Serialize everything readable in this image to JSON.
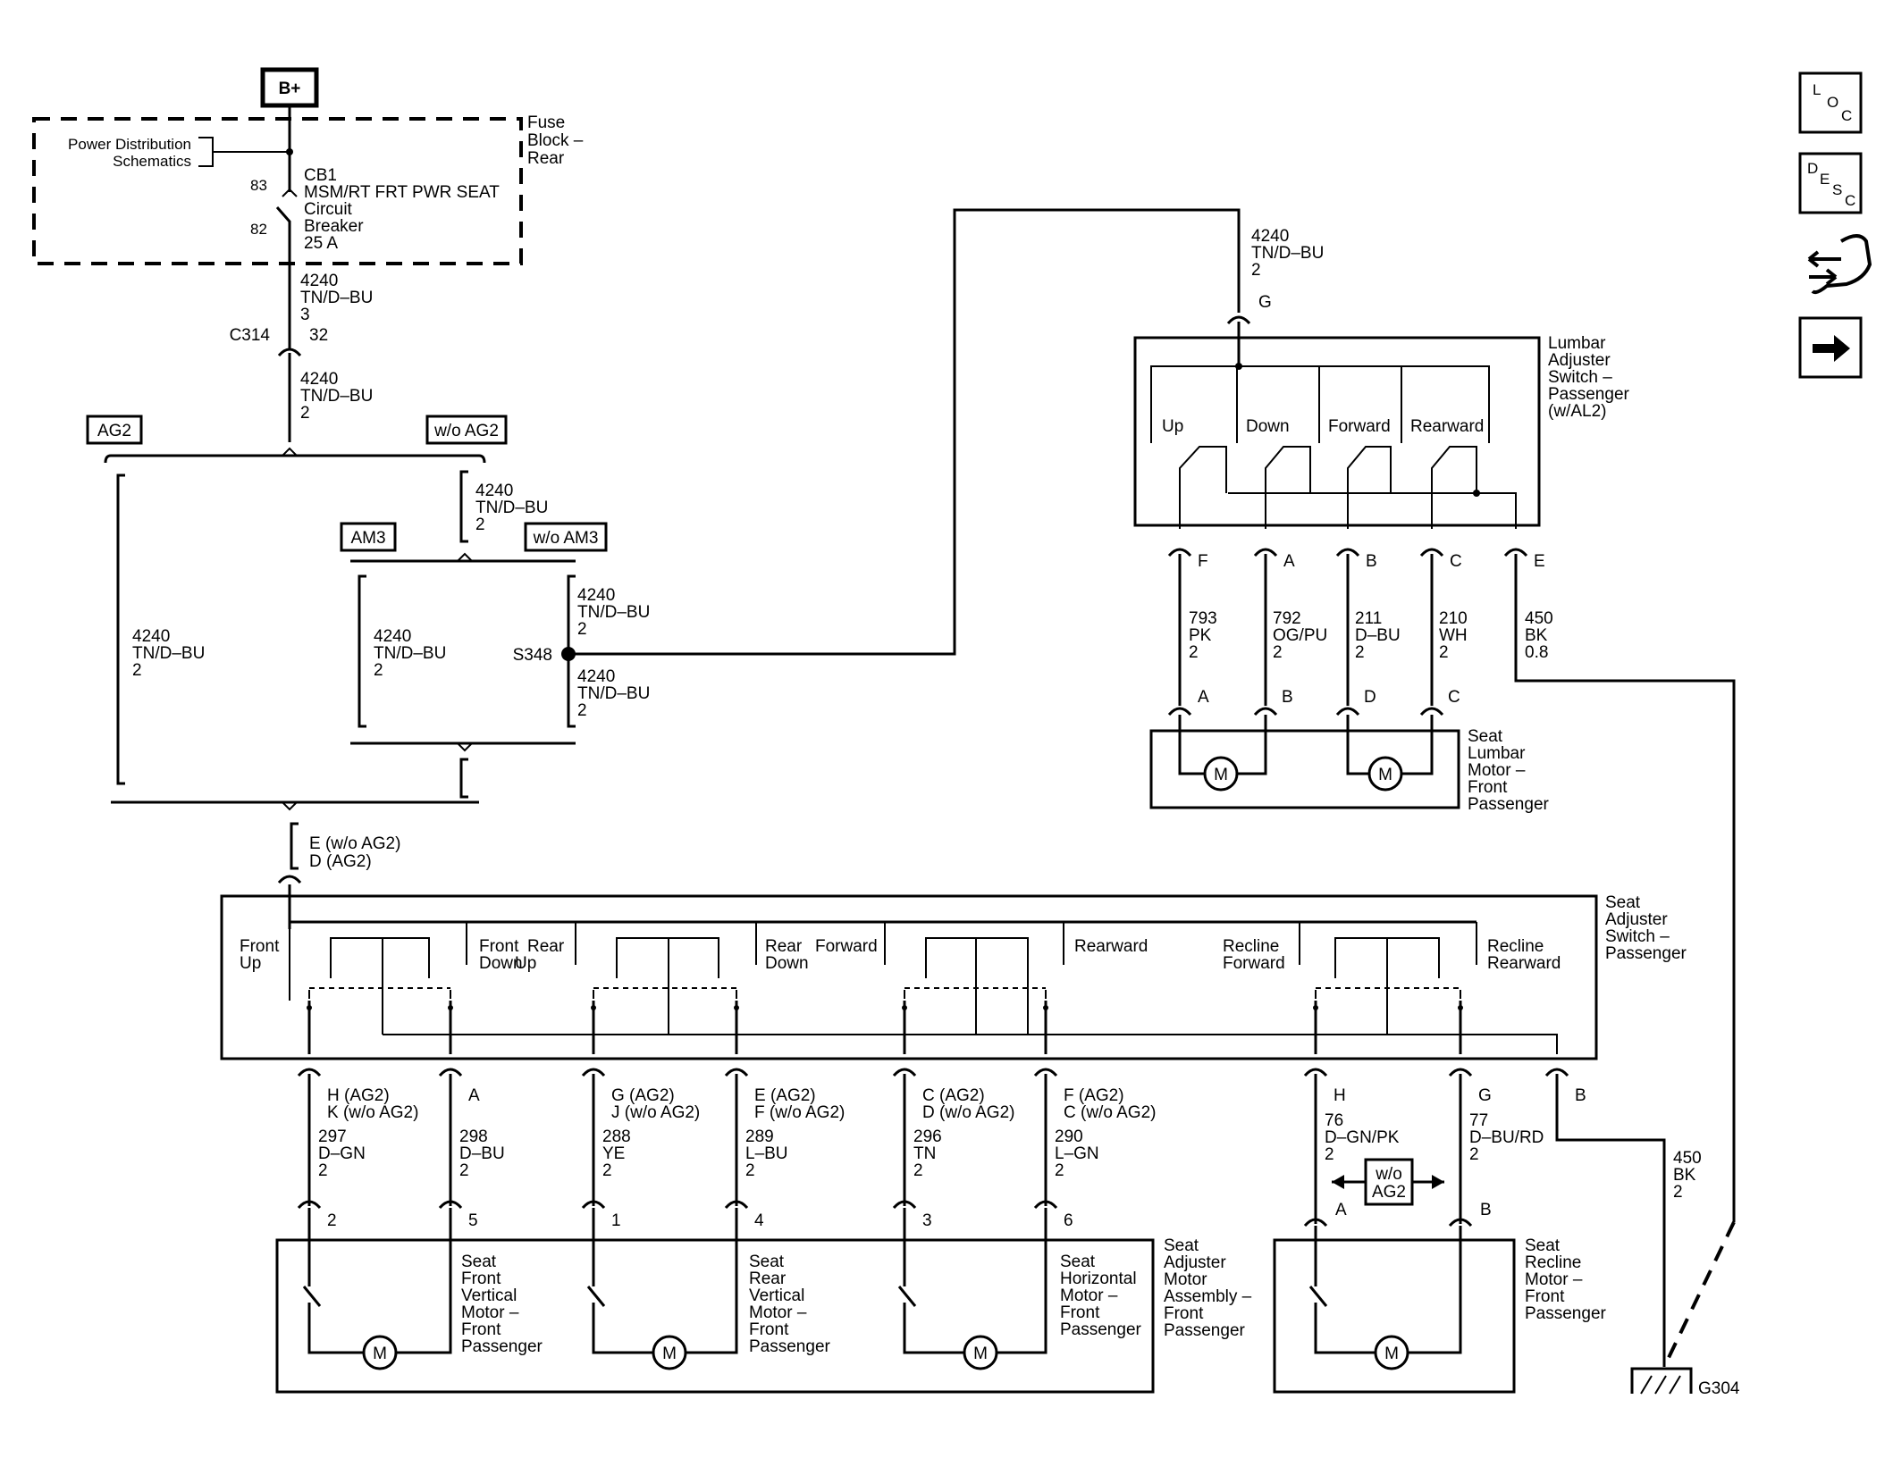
{
  "power": {
    "bplus": "B+",
    "power_dist": "Power Distribution",
    "schematics": "Schematics",
    "fuse_block": [
      "Fuse",
      "Block –",
      "Rear"
    ],
    "pin_83": "83",
    "pin_82": "82",
    "cb_lines": [
      "CB1",
      "MSM/RT FRT PWR SEAT",
      "Circuit",
      "Breaker",
      "25 A"
    ]
  },
  "wire_4240": {
    "num": "4240",
    "color": "TN/D–BU",
    "size3": "3",
    "size2": "2"
  },
  "connector_c314": {
    "name": "C314",
    "pin": "32"
  },
  "options": {
    "ag2": "AG2",
    "wo_ag2": "w/o AG2",
    "am3": "AM3",
    "wo_am3": "w/o AM3",
    "wo_ag2_box": [
      "w/o",
      "AG2"
    ]
  },
  "splice": {
    "name": "S348"
  },
  "switch_conn_e": [
    "E (w/o AG2)",
    "D (AG2)"
  ],
  "lumbar_switch": {
    "pin_g": "G",
    "title": [
      "Lumbar",
      "Adjuster",
      "Switch –",
      "Passenger",
      "(w/AL2)"
    ],
    "positions": [
      "Up",
      "Down",
      "Forward",
      "Rearward"
    ],
    "pins": [
      "F",
      "A",
      "B",
      "C",
      "E"
    ]
  },
  "lumbar_wires": [
    {
      "num": "793",
      "color": "PK",
      "size": "2"
    },
    {
      "num": "792",
      "color": "OG/PU",
      "size": "2"
    },
    {
      "num": "211",
      "color": "D–BU",
      "size": "2"
    },
    {
      "num": "210",
      "color": "WH",
      "size": "2"
    },
    {
      "num": "450",
      "color": "BK",
      "size": "0.8"
    }
  ],
  "lumbar_motor": {
    "pins": [
      "A",
      "B",
      "D",
      "C"
    ],
    "title": [
      "Seat",
      "Lumbar",
      "Motor –",
      "Front",
      "Passenger"
    ],
    "symbol": "M"
  },
  "seat_switch": {
    "title": [
      "Seat",
      "Adjuster",
      "Switch –",
      "Passenger"
    ],
    "positions": [
      [
        "Front",
        "Up"
      ],
      [
        "Front",
        "Down"
      ],
      [
        "Rear",
        "Up"
      ],
      [
        "Rear",
        "Down"
      ],
      [
        "Forward",
        ""
      ],
      [
        "Rearward",
        ""
      ],
      [
        "Recline",
        "Forward"
      ],
      [
        "Recline",
        "Rearward"
      ]
    ],
    "pins": [
      [
        "H (AG2)",
        "K (w/o AG2)"
      ],
      [
        "A",
        ""
      ],
      [
        "G (AG2)",
        "J (w/o AG2)"
      ],
      [
        "E (AG2)",
        "F (w/o AG2)"
      ],
      [
        "C (AG2)",
        "D (w/o AG2)"
      ],
      [
        "F (AG2)",
        "C (w/o AG2)"
      ],
      [
        "H",
        ""
      ],
      [
        "G",
        ""
      ],
      [
        "B",
        ""
      ]
    ]
  },
  "seat_wires": [
    {
      "num": "297",
      "color": "D–GN",
      "size": "2"
    },
    {
      "num": "298",
      "color": "D–BU",
      "size": "2"
    },
    {
      "num": "288",
      "color": "YE",
      "size": "2"
    },
    {
      "num": "289",
      "color": "L–BU",
      "size": "2"
    },
    {
      "num": "296",
      "color": "TN",
      "size": "2"
    },
    {
      "num": "290",
      "color": "L–GN",
      "size": "2"
    },
    {
      "num": "76",
      "color": "D–GN/PK",
      "size": "2"
    },
    {
      "num": "77",
      "color": "D–BU/RD",
      "size": "2"
    },
    {
      "num": "450",
      "color": "BK",
      "size": "2"
    }
  ],
  "motor_assembly": {
    "pins": [
      "2",
      "5",
      "1",
      "4",
      "3",
      "6"
    ],
    "motors": [
      [
        "Seat",
        "Front",
        "Vertical",
        "Motor –",
        "Front",
        "Passenger"
      ],
      [
        "Seat",
        "Rear",
        "Vertical",
        "Motor –",
        "Front",
        "Passenger"
      ],
      [
        "Seat",
        "Horizontal",
        "Motor –",
        "Front",
        "Passenger"
      ]
    ],
    "title": [
      "Seat",
      "Adjuster",
      "Motor",
      "Assembly –",
      "Front",
      "Passenger"
    ],
    "symbol": "M"
  },
  "recline_motor": {
    "pins": [
      "A",
      "B"
    ],
    "title": [
      "Seat",
      "Recline",
      "Motor –",
      "Front",
      "Passenger"
    ]
  },
  "ground": {
    "name": "G304"
  },
  "nav": [
    {
      "icon": "loc-icon",
      "letters": [
        "L",
        "O",
        "C"
      ]
    },
    {
      "icon": "desc-icon",
      "letters": [
        "D",
        "E",
        "S",
        "C"
      ]
    },
    {
      "icon": "connector-icon"
    },
    {
      "icon": "next-arrow-icon"
    }
  ]
}
